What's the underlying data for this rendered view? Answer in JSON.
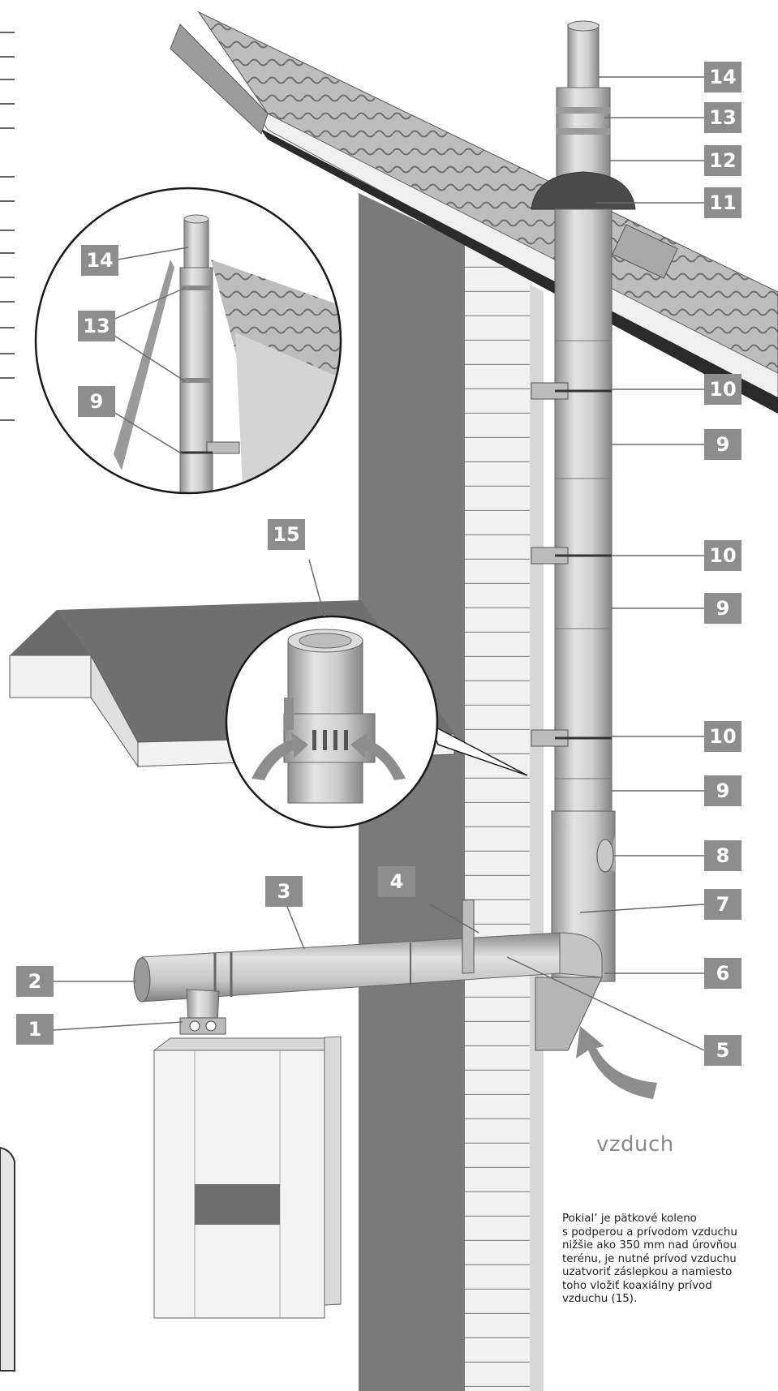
{
  "labels": {
    "n1": "1",
    "n2": "2",
    "n3": "3",
    "n4": "4",
    "n5": "5",
    "n6": "6",
    "n7": "7",
    "n8": "8",
    "n9": "9",
    "n10": "10",
    "n11": "11",
    "n12": "12",
    "n13": "13",
    "n14": "14",
    "n15": "15"
  },
  "air_label": "vzduch",
  "note_lines": [
    "Pokial’ je pätkové koleno",
    "s podperou a prívodom vzduchu",
    "nižšie ako 350 mm nad úrovňou",
    "terénu, je nutné prívod vzduchu",
    "uzatvoriť záslepkou a namiesto",
    "toho vložiť koaxiálny prívod",
    "vzduchu (15)."
  ]
}
